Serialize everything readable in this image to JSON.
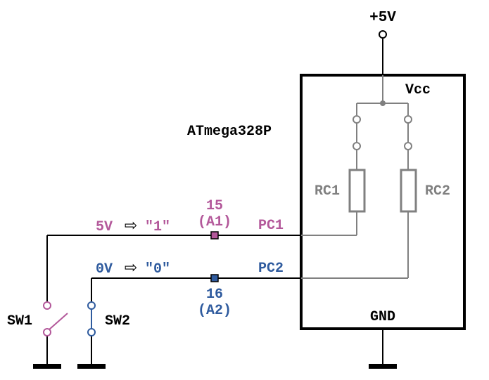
{
  "supply": {
    "label": "+5V"
  },
  "chip": {
    "name": "ATmega328P",
    "vcc_label": "Vcc",
    "gnd_label": "GND"
  },
  "resistors": {
    "rc1": "RC1",
    "rc2": "RC2"
  },
  "pc1": {
    "pin_number": "15",
    "pin_alias": "(A1)",
    "port_label": "PC1",
    "voltage": "5V",
    "arrow": "⇨",
    "logic": "\"1\""
  },
  "pc2": {
    "pin_number": "16",
    "pin_alias": "(A2)",
    "port_label": "PC2",
    "voltage": "0V",
    "arrow": "⇨",
    "logic": "\"0\""
  },
  "switches": {
    "sw1": "SW1",
    "sw2": "SW2"
  },
  "colors": {
    "wire": "#000000",
    "internal": "#808080",
    "pc1": "#b3589a",
    "pc2": "#2f5b9e"
  }
}
